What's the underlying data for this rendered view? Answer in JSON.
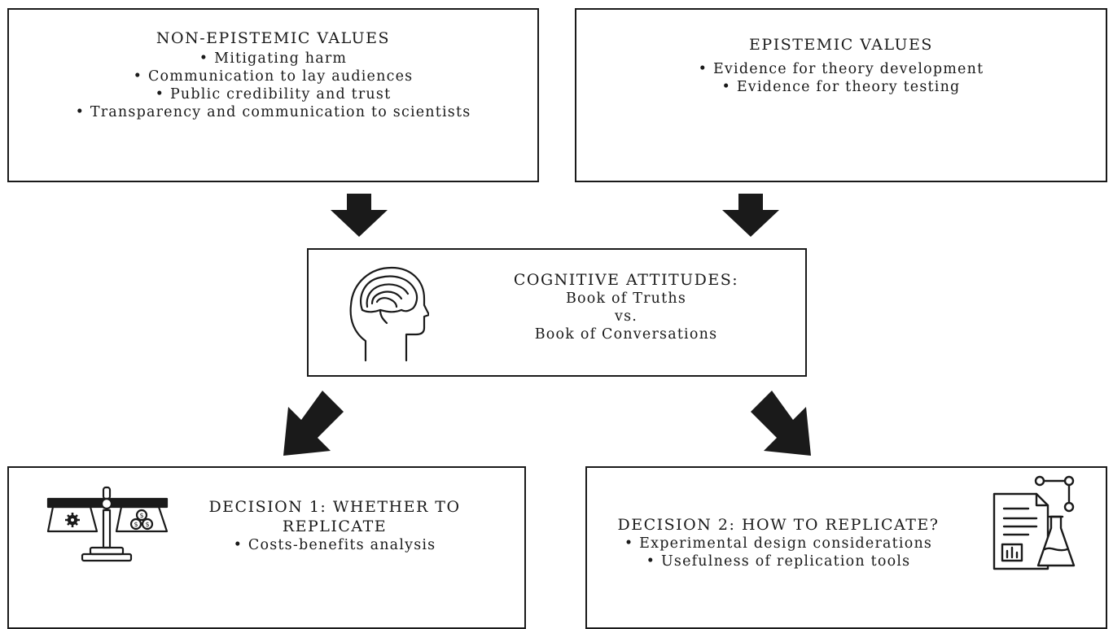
{
  "non_epistemic": {
    "title": "NON-EPISTEMIC VALUES",
    "items": [
      "• Mitigating harm",
      "• Communication to lay audiences",
      "• Public credibility and trust",
      "• Transparency and communication to scientists"
    ]
  },
  "epistemic": {
    "title": "EPISTEMIC VALUES",
    "items": [
      "• Evidence for theory development",
      "• Evidence for theory testing"
    ]
  },
  "cognitive": {
    "title": "COGNITIVE ATTITUDES:",
    "lines": [
      "Book of Truths",
      "vs.",
      "Book of Conversations"
    ],
    "icon": "brain-head-icon"
  },
  "decision1": {
    "title_line1": "DECISION 1: WHETHER TO",
    "title_line2": "REPLICATE",
    "items": [
      "• Costs-benefits analysis"
    ],
    "icon": "scale-icon"
  },
  "decision2": {
    "title": "DECISION 2: HOW TO REPLICATE?",
    "items": [
      "• Experimental design considerations",
      "• Usefulness of replication tools"
    ],
    "icon": "lab-report-icon"
  },
  "colors": {
    "stroke": "#1a1a1a",
    "fill": "#ffffff"
  }
}
